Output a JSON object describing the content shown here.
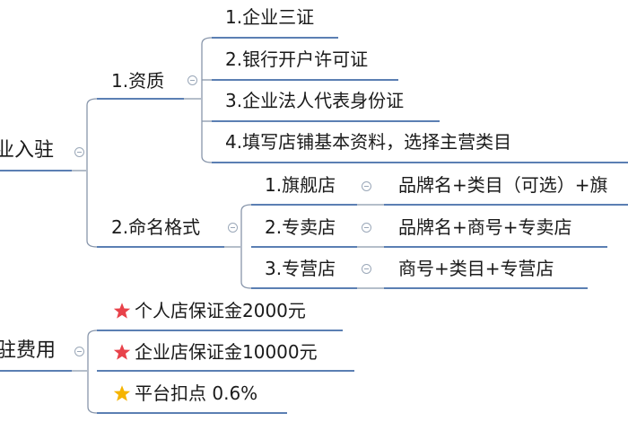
{
  "colors": {
    "line": "#5b7fb3",
    "connector": "#8896ab",
    "star_red": "#e8424a",
    "star_yellow": "#f5b400",
    "text": "#1a1a1a"
  },
  "mindmap": {
    "branch1": {
      "label": "业入驻",
      "children": [
        {
          "label": "1.资质",
          "children": [
            "1.企业三证",
            "2.银行开户许可证",
            "3.企业法人代表身份证",
            "4.填写店铺基本资料，选择主营类目"
          ]
        },
        {
          "label": "2.命名格式",
          "children": [
            {
              "label": "1.旗舰店",
              "detail": "品牌名+类目（可选）+旗"
            },
            {
              "label": "2.专卖店",
              "detail": "品牌名+商号+专卖店"
            },
            {
              "label": "3.专营店",
              "detail": "商号+类目+专营店"
            }
          ]
        }
      ]
    },
    "branch2": {
      "label": "驻费用",
      "children": [
        {
          "icon": "red-star-icon",
          "label": "个人店保证金2000元"
        },
        {
          "icon": "red-star-icon",
          "label": "企业店保证金10000元"
        },
        {
          "icon": "yellow-star-icon",
          "label": "平台扣点 0.6%"
        }
      ]
    }
  }
}
